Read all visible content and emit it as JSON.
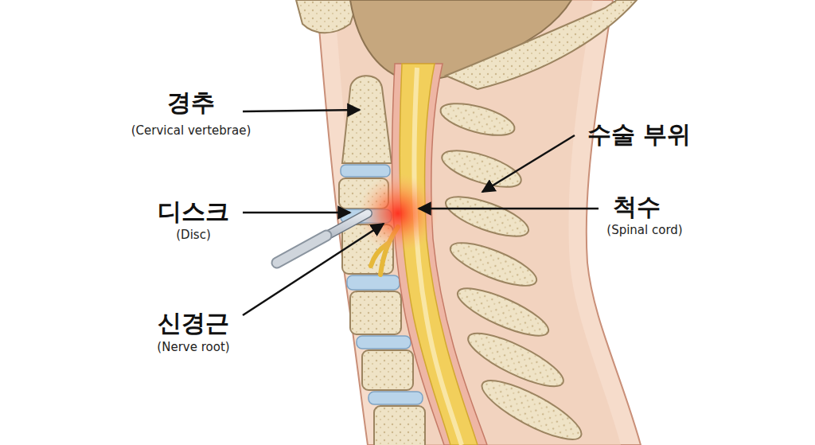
{
  "diagram": {
    "labels": [
      "경추",
      "(Cervical vertebrae)",
      "디스크",
      "(Disc)",
      "신경근",
      "(Nerve root)",
      "수술 부위",
      "척수",
      "(Spinal cord)"
    ]
  }
}
